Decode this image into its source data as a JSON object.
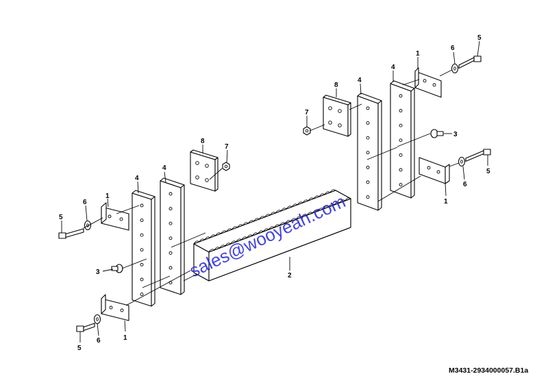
{
  "drawing": {
    "code": "M3431-2934000057.B1a",
    "watermark": "sales@wooyeah.com",
    "colors": {
      "line": "#000000",
      "watermark": "#2424d6",
      "background": "#ffffff"
    }
  },
  "callouts": [
    {
      "id": "c1a",
      "label": "1"
    },
    {
      "id": "c1b",
      "label": "1"
    },
    {
      "id": "c1c",
      "label": "1"
    },
    {
      "id": "c1d",
      "label": "1"
    },
    {
      "id": "c2",
      "label": "2"
    },
    {
      "id": "c3a",
      "label": "3"
    },
    {
      "id": "c3b",
      "label": "3"
    },
    {
      "id": "c4a",
      "label": "4"
    },
    {
      "id": "c4b",
      "label": "4"
    },
    {
      "id": "c4c",
      "label": "4"
    },
    {
      "id": "c4d",
      "label": "4"
    },
    {
      "id": "c5a",
      "label": "5"
    },
    {
      "id": "c5b",
      "label": "5"
    },
    {
      "id": "c5c",
      "label": "5"
    },
    {
      "id": "c5d",
      "label": "5"
    },
    {
      "id": "c6a",
      "label": "6"
    },
    {
      "id": "c6b",
      "label": "6"
    },
    {
      "id": "c6c",
      "label": "6"
    },
    {
      "id": "c6d",
      "label": "6"
    },
    {
      "id": "c7a",
      "label": "7"
    },
    {
      "id": "c7b",
      "label": "7"
    },
    {
      "id": "c8a",
      "label": "8"
    },
    {
      "id": "c8b",
      "label": "8"
    }
  ]
}
